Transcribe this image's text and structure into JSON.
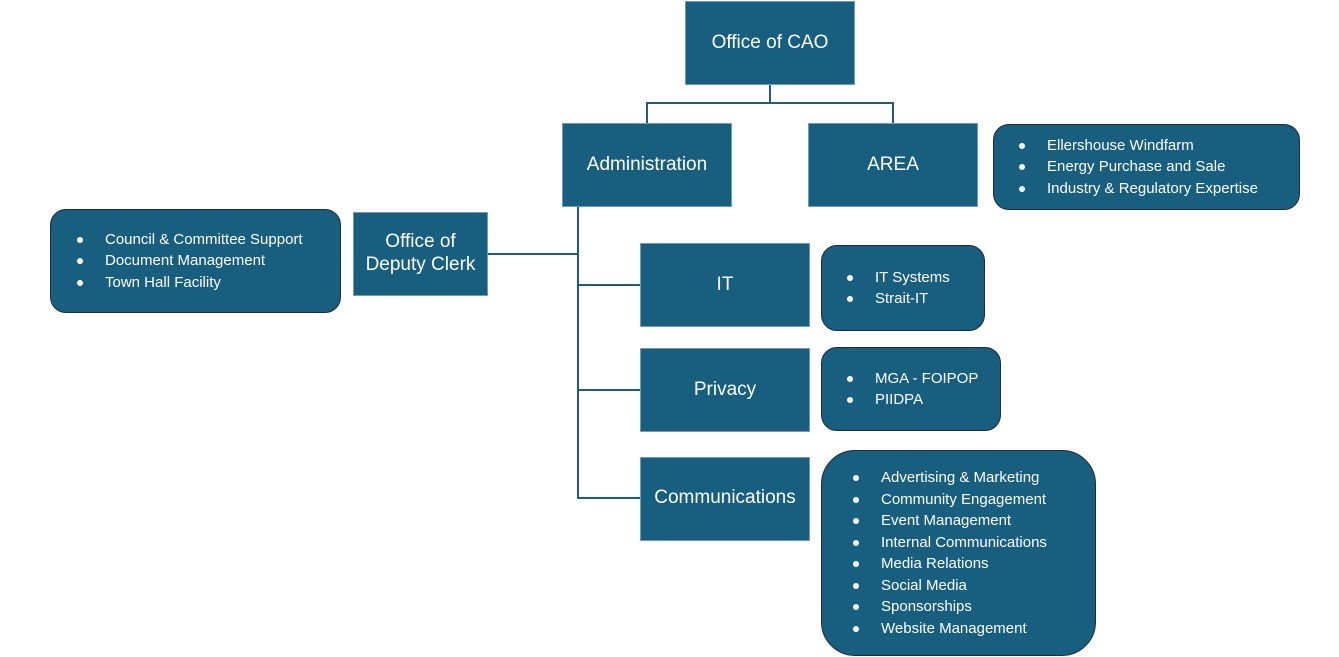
{
  "colors": {
    "node_fill": "#175e7f",
    "node_text": "#ffffff",
    "details_border": "#1d2d36",
    "connector": "#1f5e7b",
    "background": "#ffffff"
  },
  "nodes": {
    "cao": {
      "label": "Office of CAO"
    },
    "administration": {
      "label": "Administration"
    },
    "area": {
      "label": "AREA",
      "details": [
        "Ellershouse Windfarm",
        "Energy Purchase and Sale",
        "Industry & Regulatory Expertise"
      ]
    },
    "deputy_clerk": {
      "label_line1": "Office of",
      "label_line2": "Deputy Clerk",
      "details": [
        "Council & Committee Support",
        "Document Management",
        "Town Hall Facility"
      ]
    },
    "it": {
      "label": "IT",
      "details": [
        "IT Systems",
        "Strait-IT"
      ]
    },
    "privacy": {
      "label": "Privacy",
      "details": [
        "MGA - FOIPOP",
        "PIIDPA"
      ]
    },
    "communications": {
      "label": "Communications",
      "details": [
        "Advertising & Marketing",
        "Community Engagement",
        "Event Management",
        "Internal Communications",
        "Media Relations",
        "Social Media",
        "Sponsorships",
        "Website Management"
      ]
    }
  }
}
